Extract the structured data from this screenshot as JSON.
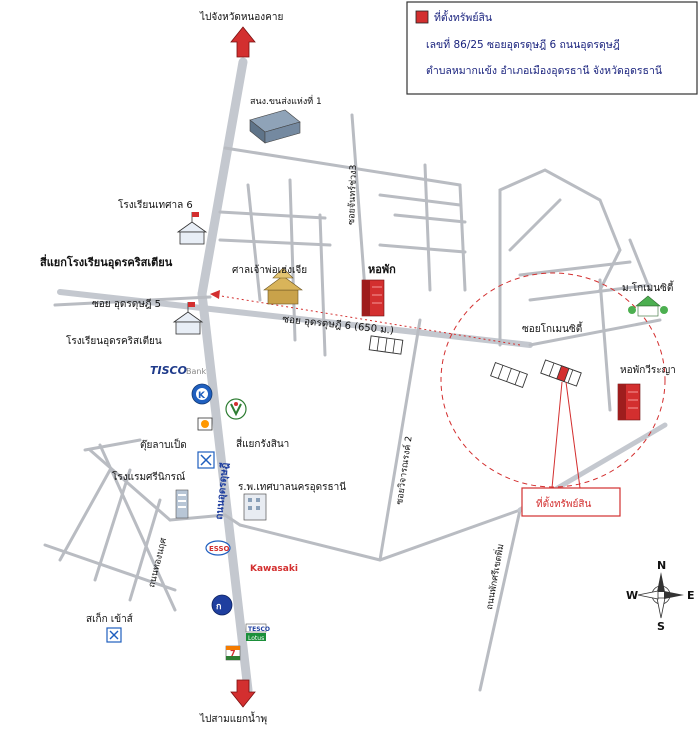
{
  "legend": {
    "title": "ที่ตั้งทรัพย์สิน",
    "line1": "เลขที่ 86/25 ซอยอุดรดุษฎี 6 ถนนอุดรดุษฎี",
    "line2": "ตำบลหมากแข้ง อำเภอเมืองอุดรธานี จังหวัดอุดรธานี",
    "marker_color": "#d32f2f"
  },
  "labels": {
    "to_nongkhai": "ไปจังหวัดหนองคาย",
    "to_sam_yaek": "ไปสามแยกน้ำพุ",
    "post_office": "สนง.ขนส่งแห่งที่ 1",
    "school_thesaban": "โรงเรียนเทศาล 6",
    "junction_school": "สี่แยกโรงเรียนอุดรคริสเตียน",
    "soi_5": "ซอย อุดรดุษฎี 5",
    "school_christian": "โรงเรียนอุดรคริสเตียน",
    "shrine": "ศาลเจ้าพ่อเฮ่งเจีย",
    "dorm_1": "หอพัก",
    "soi_6": "ซอย อุดรดุษฎี 6 (650 ม.)",
    "soi_chanpen": "ซอยจันทร์ช่วง3",
    "soi_wichai": "ซอยวิจารณรงค์ 2",
    "soi_kosmen": "ซอยโกเมนซิตี้",
    "village": "ม.โกเมนซิตี้",
    "dorm_wesanya": "หอพักวีระญา",
    "tisco": "TISCO",
    "tisco_sub": "Bank",
    "kratom": "ตุ๊ยลาบเป็ด",
    "junction_bank": "สี่แยกรังสินา",
    "hospital": "ร.พ.เทศบาลนครอุดรธานี",
    "hotel": "โรงแรมศรีนิกรณ์",
    "road_udon": "ถนนอุดรดุษฎี",
    "road_bypass": "ถนนพักศรีเขตพิ่ม",
    "road_lower": "ถนนทองนฤศ",
    "esso": "ESSO",
    "kawasaki": "Kawasaki",
    "shop": "สเก็ก เข้าส์",
    "tesco": "TESCO",
    "lotus": "Lotus",
    "seven": "7",
    "property_box": "ที่ตั้งทรัพย์สิน"
  },
  "compass": {
    "n": "N",
    "s": "S",
    "e": "E",
    "w": "W"
  },
  "colors": {
    "property": "#d32f2f",
    "circle": "#d32f2f",
    "road": "#c4c8cf",
    "arrow": "#d32f2f"
  }
}
